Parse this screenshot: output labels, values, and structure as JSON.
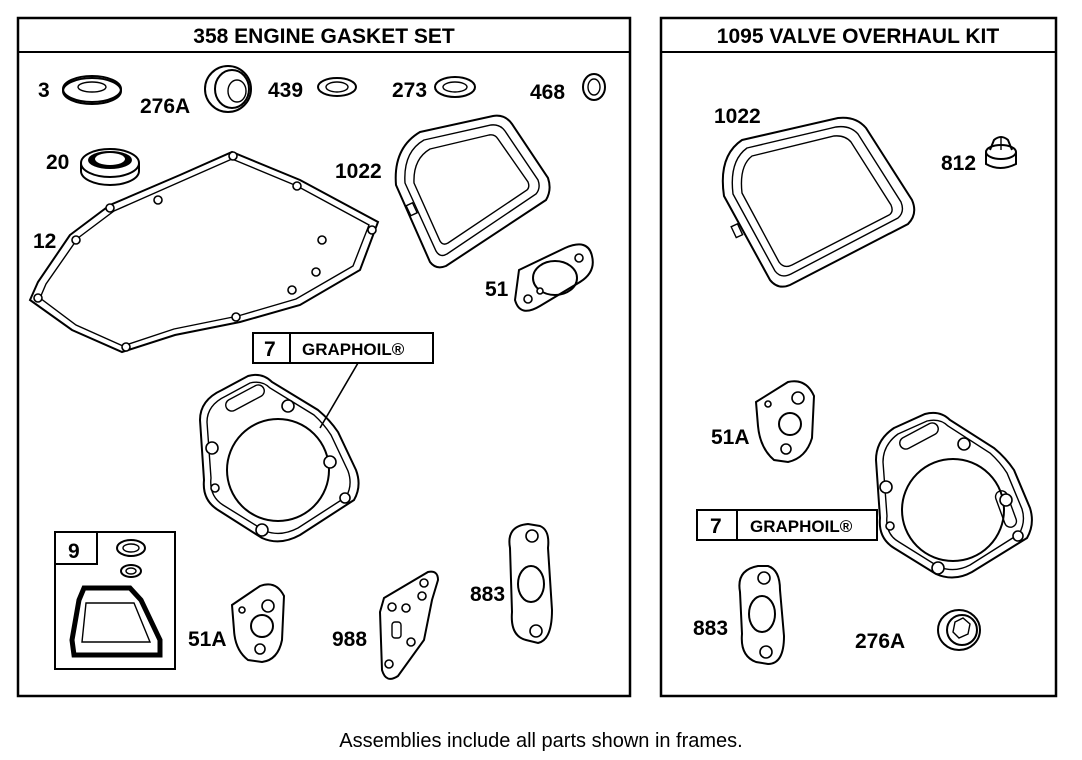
{
  "panels": {
    "left_title": "358  ENGINE GASKET SET",
    "right_title": "1095 VALVE OVERHAUL KIT"
  },
  "left_labels": {
    "p3": "3",
    "p276a": "276A",
    "p439": "439",
    "p273": "273",
    "p468": "468",
    "p20": "20",
    "p1022": "1022",
    "p12": "12",
    "p51": "51",
    "p7": "7",
    "graphoil": "GRAPHOIL®",
    "p9": "9",
    "p51a": "51A",
    "p988": "988",
    "p883": "883"
  },
  "right_labels": {
    "p1022": "1022",
    "p812": "812",
    "p51a": "51A",
    "p7": "7",
    "graphoil": "GRAPHOIL®",
    "p883": "883",
    "p276a": "276A"
  },
  "footer_note": "Assemblies include all parts shown in frames."
}
